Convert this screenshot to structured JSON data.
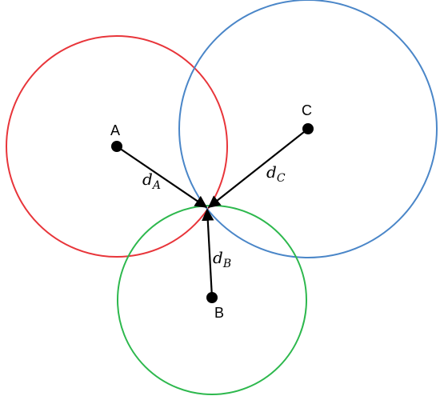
{
  "colors": {
    "circle_a": "#e8353a",
    "circle_b": "#2db84d",
    "circle_c": "#4a86c8",
    "lines": "#000000"
  },
  "anchors": [
    {
      "id": "A",
      "label": "A"
    },
    {
      "id": "B",
      "label": "B"
    },
    {
      "id": "C",
      "label": "C"
    }
  ],
  "distances": [
    {
      "base": "d",
      "sub": "A"
    },
    {
      "base": "d",
      "sub": "B"
    },
    {
      "base": "d",
      "sub": "C"
    }
  ]
}
